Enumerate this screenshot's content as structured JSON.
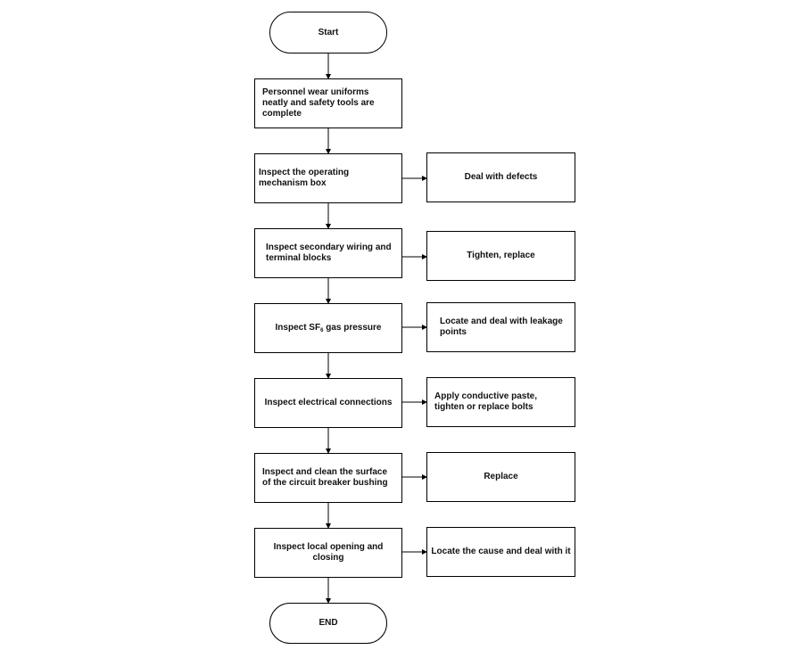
{
  "flowchart": {
    "start": "Start",
    "end": "END",
    "steps": [
      {
        "text": "Personnel wear uniforms neatly and safety tools are complete"
      },
      {
        "text": "Inspect the operating mechanism box",
        "action": "Deal with defects"
      },
      {
        "text": "Inspect secondary wiring and terminal blocks",
        "action": "Tighten, replace"
      },
      {
        "text_prefix": "Inspect SF",
        "text_subscript": "6",
        "text_suffix": " gas pressure",
        "action": "Locate and deal with leakage points"
      },
      {
        "text": "Inspect electrical connections",
        "action": "Apply conductive paste, tighten or replace bolts"
      },
      {
        "text": "Inspect and clean the surface of the circuit breaker bushing",
        "action": "Replace"
      },
      {
        "text": "Inspect local opening and closing",
        "action": "Locate the cause and deal with it"
      }
    ]
  }
}
